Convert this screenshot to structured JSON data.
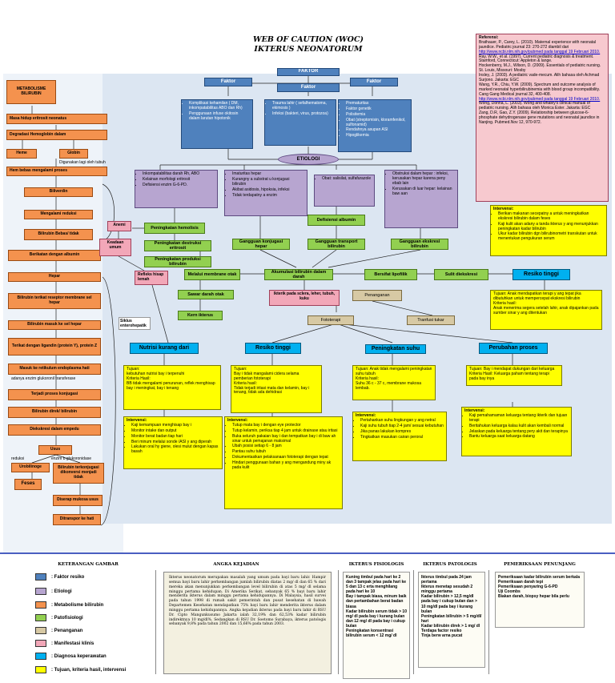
{
  "title": {
    "line1": "WEB OF CAUTION (WOC)",
    "line2": "IKTERUS NEONATORUM"
  },
  "faktor_top": "FAKTOR",
  "faktor_boxes": [
    "Faktor",
    "Faktor",
    "Faktor"
  ],
  "faktor_lists": [
    [
      "Komplikasi kehamilan ( DM, inkompatabilitas ABO dan Rh)",
      "Penggunaan infuse okitosin dalam larutan hipotonik"
    ],
    [
      "Trauma lahir ( sefalhematoma, ekimosis )",
      "Infeksi (bakteri, virus, protozoa)"
    ],
    [
      "Prematuritas",
      "Faktor genetik",
      "Polisitemia",
      "Obat (streptomisin, kloramfenikol, sulfonamid)",
      "Rendahnya asupan ASI",
      "Hipoglikemia"
    ]
  ],
  "etiologi": "ETIOLOGI",
  "etiologi_lists": [
    [
      "Inkompatabilitas darah Rh, ABO",
      "Kelainan morfologi eritrosit",
      "Defisiensi enzim G-6-PD."
    ],
    [
      "Imaturitas hepar",
      "Kurangny a substrat u konjugasi bilirubin",
      "Akibat asidosis, hipoksia, infeksi",
      "Tidak terdapatny a enzim"
    ],
    [
      "Obat: salisilat, sulfafurazole"
    ],
    [
      "Obstruksi dalam hepar : infeksi, kerusakan hepar karena peny ebab lain",
      "Kerusakan di luar hepar: kelainan baw aan"
    ]
  ],
  "left_column": {
    "metabolisme": "METABOLISME BILIRUBIN",
    "steps": [
      "Masa hidup eritrosit neonatus",
      "Degradasi Hemoglobin dalam",
      "Heme",
      "Globin",
      "Hem bebas mengalami proses",
      "Biliverdin",
      "Mengalami reduksi",
      "Bilirubin Bebas/ tidak",
      "Berikatan dengan albumin",
      "Hepar",
      "Bilirubin terikat reseptor membrane sel hepar",
      "Bilirubin masuk ke sel hepar",
      "Terikat dengan ligandin (protein Y), protein Z",
      "Masuk ke retikulum endoplasma hati",
      "Terjadi proses konjugasi",
      "Bilirubin direk/ bilirubin",
      "Diekskresi dalam empedu",
      "Usus",
      "Urobilinoge",
      "Bilirubin terkonjugasi dikonversi menjadi tidak",
      "Feses",
      "Diserap mukosa usus",
      "Ditranspor ke hati"
    ],
    "notes": {
      "digunakan": "Digunakan lagi oleh tubuh",
      "siklus": "Siklus enterohepatik",
      "enzim": "adanya enzim glukoronil transferase",
      "reduksi": "reduksi",
      "glukoronidase": "enzim b glukoronidase"
    }
  },
  "patofisiologi": {
    "peningkatan_hemolisis": "Peningkatan hemolisis",
    "anemi": "Anemi",
    "peningkatan_destruksi": "Peningkatan destruksi eritrosit",
    "keadaan_umum": "Keadaan umum",
    "peningkatan_produksi": "Peningkatan produksi bilirubin",
    "gangguan_konjugasi": "Gangguan konjugasi hepar",
    "defisiensi_albumin": "Defisiensi albumin",
    "gangguan_transport": "Gangguan transport bilirubin",
    "gangguan_ekskresi": "Gangguan ekskresi bilirubin",
    "refleks_hisap": "Refleks hisap lemah",
    "melalui_membrane": "Melalui membrane otak",
    "akumulasi": "Akumulasi bilirubin dalam darah",
    "bersifat_lipofilik": "Bersifat lipofilik",
    "sulit_diekskresi": "Sulit diekskresi",
    "sawar_darah": "Sawar darah otak",
    "kern_ikterus": "Kern ikterus",
    "ikterik": "Ikterik pada sclera, leher, tubuh, kuku",
    "penanganan": "Penanganan",
    "fototerapi": "Fototerapi",
    "transfusi": "Tranfusi tukar"
  },
  "diagnoses": [
    "Nutrisi kurang dari",
    "Resiko tinggi",
    "Peningkatan suhu",
    "Perubahan proses",
    "Resiko tinggi"
  ],
  "tujuan_boxes": [
    "Tujuan:\nkebutuhan nutrisi bay i terpenuhi\nKriteria Hasil:\nBB tidak mengalami penurunan, reflek menghisap bay i meningkat, bay i tenang",
    "Tujuan:\nBay i tidak mangalami cidera selama pemberian fototerapi\nKriteria hasil:\nTidak terjadi iritasi mata dan kelamin, bay i tenang, tidak ada dehidrasi",
    "Tujuan: Anak tidak mengalami peningkatan suhu tubuh\nKriteria hasil:\nSuhu 36 c - 37 c, membrane mukosa lembab.",
    "Tujuan: Bay i mendapat dukungan dari keluarga\nKriteria Hasil: Keluarga paham tentang terapi pada bay inya",
    "Tujuan: Anak mendapatkan terapi y ang tepat jika dibutuhkan untuk mempercepat ekskresi bilirubin\nKriteria hasil:\nAnak menerima segera setelah lahir, anak dipajankan pada sumber sinar y ang ditentukan"
  ],
  "intervensi_boxes": [
    [
      "Intervensi:",
      "Kaji kemampuan menghisap bay i",
      "Monitor intake dan output",
      "Monitor berat badan tiap hari",
      "Beri minum melalui sonde /ASI y ang diperah",
      "Lakukan oral hy giene, olesi mulut dengan kapas basah"
    ],
    [
      "Intervensi:",
      "Tutup mata bay i dengan eye protector",
      "Tutup kelamin, periksa tiap 4 jam untuk drainase atau iritasi",
      "Buka seluruh pakaian bay i dan tempatkan bay i di baw ah sinar untuk pemajanan maksimal",
      "Ubah posisi setiap 6 - 8 jam",
      "Pantau suhu tubuh",
      "Dokumentasikan pelaksanaan fototerapi dengan tepat",
      "Hindari penggunaan bahan y ang mengandung miny ak pada kulit"
    ],
    [
      "Intervensi:",
      "Pertahankan suhu lingkungan y ang netral",
      "Kaji suhu tubuh tiap 2-4 jam/ sesuai kebutuhan",
      "Jika panas lakukan kompres",
      "Tingkatkan masukan cairan peroral"
    ],
    [
      "Intervensi:",
      "Kaji pemahamaman keluarga tentang ikterik dan tujuan terapi",
      "Beritahukan keluarga kalau kulit akan kembali normal",
      "Jelaskan pada keluarga tentang pery akit dan terapinya",
      "Bantu keluarga saat keluarga datang"
    ],
    [
      "Intervensi:",
      "Berikan makanan secepatny a untuk meningkatkan ekskresi bilirubin dalam feses",
      "Kaji kulit akan adany a tanda ikterus y ang menunjukkan peningkatan kadar bilirubin",
      "Ukur kadar bilirubin dgn bilirubinometri transkutan untuk menentukan pengukuran serum"
    ]
  ],
  "references": {
    "heading": "Referensi:",
    "lines": [
      "Brathauer, P., Carey, L. (2010). Maternal experience with neonatal jaundice. Pediatric journal 23: 270-272 diambil dari",
      "http://www.ncbi.nlm.nih.gov/pubmed pada tanggal 19 Februari 2010.",
      "Ray, W.W., et al. (1997). Current pediatric diagnosis & treatment. Stamford, Connecticut: Appleton & lange.",
      "Hockenberry, M.J., Wilson, D. (2009). Essentials of pediatric nursing. St. Louis, Missouri: Mosby",
      "Insley, J. (2003). A pediatric vade-mecum. Alih bahasa oleh Achmad Surjono. Jakarta: EGC",
      "Wang, Y.R., Chiu, Y.W. (2009). Spectrum and outcome analysis of marked neonatal hyperbilirubinemia with blood group incompatibility. Cang Gang Medical journal 32, 400-408.",
      "http://www.ncbi.nlm.nih.gov/pubmed pada tanggal 19 Februari 2010.",
      "Wong, Donna, L. (2003). Wong and whaley's clinical manual of pediatric nursing. Alih bahasa oleh Monica Ester. Jakarta: EGC",
      "Zang, D.R, Gao, Z.Y. (2009). Relationship between glucose-6-phosphate dehydrogenase gene mutations and neonatal jaundice in Nanjing. Pubmed.Nov 12, 970-972."
    ]
  },
  "bottom": {
    "keterangan_heading": "KETERANGAN GAMBAR",
    "angka_heading": "ANGKA KEJADIAN",
    "fisiologis_heading": "IKTERUS FISIOLOGIS",
    "patologis_heading": "IKTERUS PATOLOGIS",
    "pemeriksaan_heading": "PEMERIKSAAN PENUNJANG",
    "legend": [
      {
        "label": ": Faktor resiko",
        "color": "#4f81bd"
      },
      {
        "label": ": Etiologi",
        "color": "#b7a5d0"
      },
      {
        "label": ": Metabolisme bilirubin",
        "color": "#f4924e"
      },
      {
        "label": ": Patofisiologi",
        "color": "#92d050"
      },
      {
        "label": ": Penanganan",
        "color": "#d7c9a4"
      },
      {
        "label": ": Manifestasi klinis",
        "color": "#f2a7b8"
      },
      {
        "label": ": Diagnosa keperawatan",
        "color": "#00b0f0"
      },
      {
        "label": ": Tujuan, kriteria hasil, intervensi",
        "color": "#ffff00"
      }
    ],
    "angka_text": "Ikterus neonatorum merupakan masalah yang umum pada bayi baru lahir. Hampir semua bayi baru lahir perkembangan jumlah bilirubin diatas 2 mg/ dl dan 65 % dari mereka akan menunjukkan perkembangan level bilirubin di atas 5 mg/ dl selama minggu pertama kehidupan. Di Amerika Serikat, sebanyak 65 % bayi baru lahir menderita ikterus dalam minggu pertama kehidupannya. Di Malaysia, hasil survei pada tahun 1998 di rumah sakit pemerintah dan pusat kesehatan di bawah Departemen Kesehatan mendapatkan 75% bayi baru lahir menderita ikterus dalam minggu pertama kehidupannya. Angka kejadian ikterus pada bayi baru lahir di RSU Dr. Cipto Mangunkusumo Jakarta ialah 32,19% dan 62,53% kadar bilirubin indirektnya 10 mg/dl%. Sedangkan di RSU Dr. Soetomo Surabaya, ikterus patologis sebanyak 9,8% pada tahun 2002 dan 15,66% pada tahun 2003.",
    "fisiologis_text": "Kuning timbul pada hari ke 2 dan 3 tampak jelas pada hari ke 5 dan 13 c erta menghilang pada hari ke 10\nBay i tampak biasa, minum baik dan pertambahan berat badan biasa\nKadar bilirubin serum tidak > 10 mg/ dl pada bay i kurang bulan dan 12 mg/ dl pada bay i cukup bulan\nPeningkatan konsentrasi bilirubin serum < 12 mg/ dl",
    "patologis_text": "Ikterus timbul pada 24 jam pertama\nIkterus menetap sesudah 2 minggu pertama\nKadar bilirubin > 12,5 mg/dl pada bay i cukup bulan dan > 10 mg/dl pada bay i kurang bulan\nPeningkatan bilirubin > 5 mg/dl/ hari\nKadar bilirubin direk > 1 mg/ dl\nTerdapa factor resiko\nTinja berw arna pucat",
    "pemeriksaan_text": "Pemeriksaan kadar bilirubin serum berkala\nPemeriksaan darah tepi\nPemeriksaan penyaring G-6-PD\nUji Coombs\nBiakan darah, biopsy hepar bila perlu"
  }
}
